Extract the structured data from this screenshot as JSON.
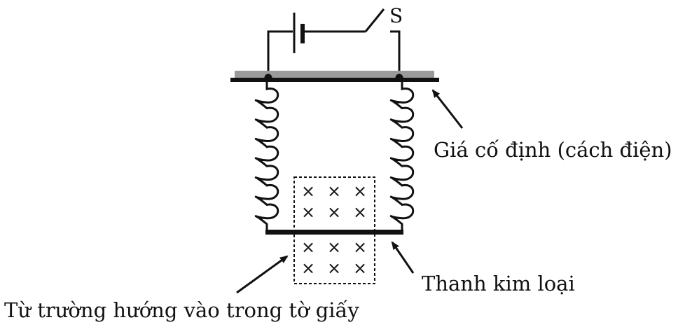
{
  "labels": {
    "switch": "S",
    "support": "Giá cố định (cách điện)",
    "rod": "Thanh kim loại",
    "field": "Từ trường hướng vào trong tờ giấy"
  },
  "field_symbol": "×",
  "field_grid": {
    "rows": 4,
    "cols": 3
  },
  "colors": {
    "line": "#111111",
    "support_top": "#9a9a9a"
  }
}
